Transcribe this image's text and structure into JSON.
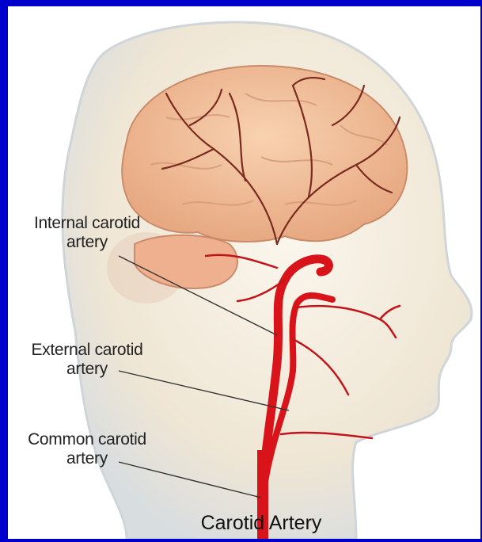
{
  "labels": {
    "internal_line1": "Internal carotid",
    "internal_line2": "artery",
    "external_line1": "External carotid",
    "external_line2": "artery",
    "common_line1": "Common carotid",
    "common_line2": "artery"
  },
  "caption": "Carotid Artery",
  "colors": {
    "border": "#0000cc",
    "artery": "#d8141a",
    "brain": "#f2bf99",
    "skin": "#f3ecdf"
  }
}
